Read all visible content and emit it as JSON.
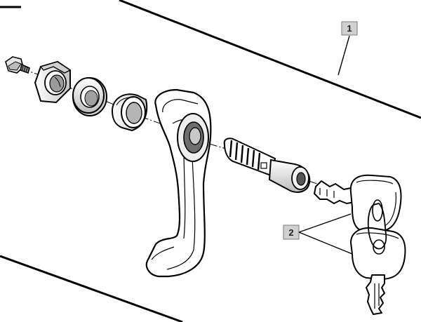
{
  "diagram": {
    "callouts": [
      {
        "id": "panel",
        "label": "1"
      },
      {
        "id": "keys",
        "label": "2"
      }
    ],
    "colors": {
      "background": "#ffffff",
      "stroke": "#000000",
      "part_fill": "#ffffff",
      "shade_light": "#d9d9d9",
      "shade_mid": "#a6a6a6",
      "shade_dark": "#555555",
      "callout_box": "#d0d0d0"
    }
  }
}
